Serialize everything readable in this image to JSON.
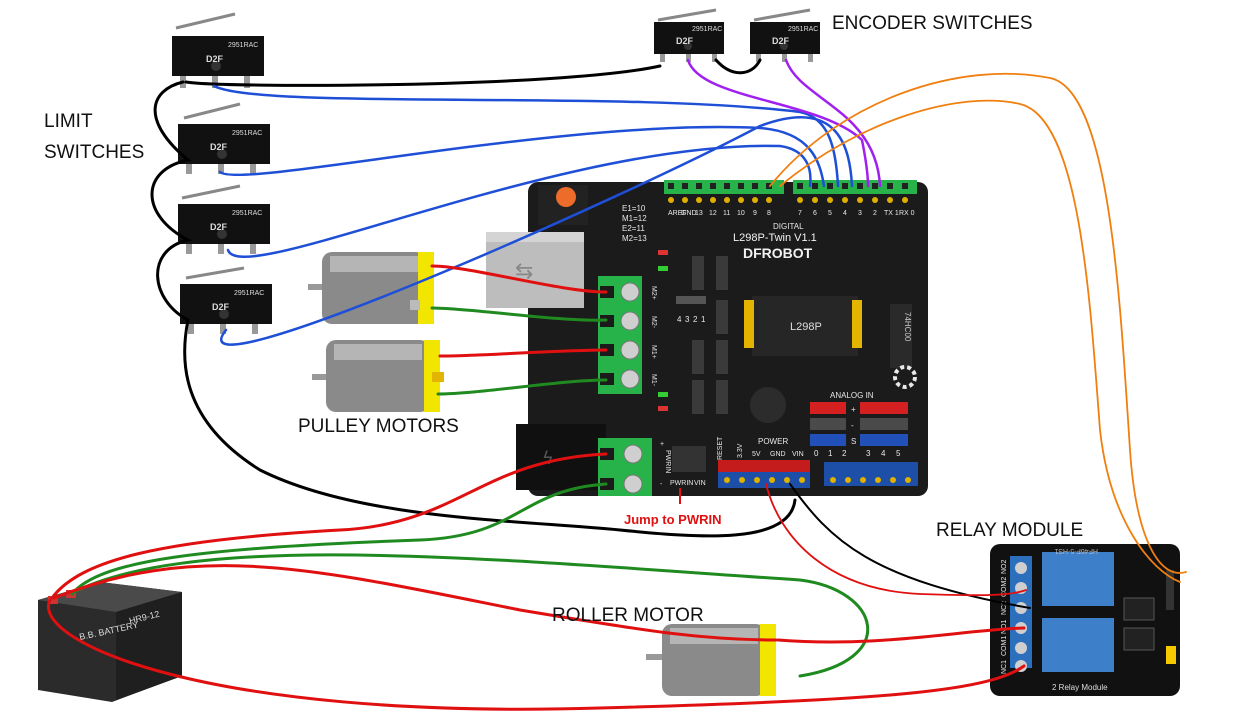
{
  "labels": {
    "limit_switches_line1": "LIMIT",
    "limit_switches_line2": "SWITCHES",
    "encoder_switches": "ENCODER SWITCHES",
    "pulley_motors": "PULLEY MOTORS",
    "roller_motor": "ROLLER MOTOR",
    "relay_module": "RELAY MODULE",
    "jumper_note": "Jump to PWRIN"
  },
  "board": {
    "model": "L298P-Twin V1.1",
    "brand": "DFROBOT",
    "chip": "L298P",
    "logic_chip": "74HC00",
    "pin_map": [
      "E1=10",
      "M1=12",
      "E2=11",
      "M2=13"
    ],
    "digital_label": "DIGITAL",
    "digital_pins": [
      "AREF",
      "GND",
      "13",
      "12",
      "11",
      "10",
      "9",
      "8",
      "7",
      "6",
      "5",
      "4",
      "3",
      "2",
      "TX 1",
      "RX 0"
    ],
    "motor_terminals": [
      "M2+",
      "M2-",
      "M1+",
      "M1-"
    ],
    "motor_numbers": [
      "4",
      "3",
      "2",
      "1"
    ],
    "power_terminals": [
      "+",
      "PWRIN",
      "-"
    ],
    "jumper_labels": [
      "PWRIN",
      "VIN"
    ],
    "power_header": {
      "title": "POWER",
      "pins": [
        "RESET",
        "3.3V",
        "5V",
        "GND",
        "VIN"
      ]
    },
    "analog": {
      "title": "ANALOG IN",
      "rows": [
        "+",
        "-",
        "S"
      ],
      "pins": [
        "0",
        "1",
        "2",
        "3",
        "4",
        "5"
      ]
    }
  },
  "switch": {
    "model": "2951RAC",
    "type": "D2F"
  },
  "battery": {
    "brand": "B.B. BATTERY",
    "model": "HR9-12"
  },
  "relay": {
    "name": "2 Relay Module",
    "top_code": "HF46F-5-HS1",
    "terminals": [
      "NO2",
      "COM2",
      "NC2",
      "NO1",
      "COM1",
      "NC1"
    ]
  },
  "colors": {
    "board": "#1b1b1b",
    "terminal_green": "#27b24a",
    "motor_yellow": "#f2e600",
    "relay_blue": "#3d7fc9",
    "wire_red": "#e01010",
    "wire_green": "#1f8a1f",
    "wire_blue": "#1e4fd6",
    "wire_purple": "#a020f0",
    "wire_orange": "#f07f10",
    "wire_black": "#000000"
  }
}
